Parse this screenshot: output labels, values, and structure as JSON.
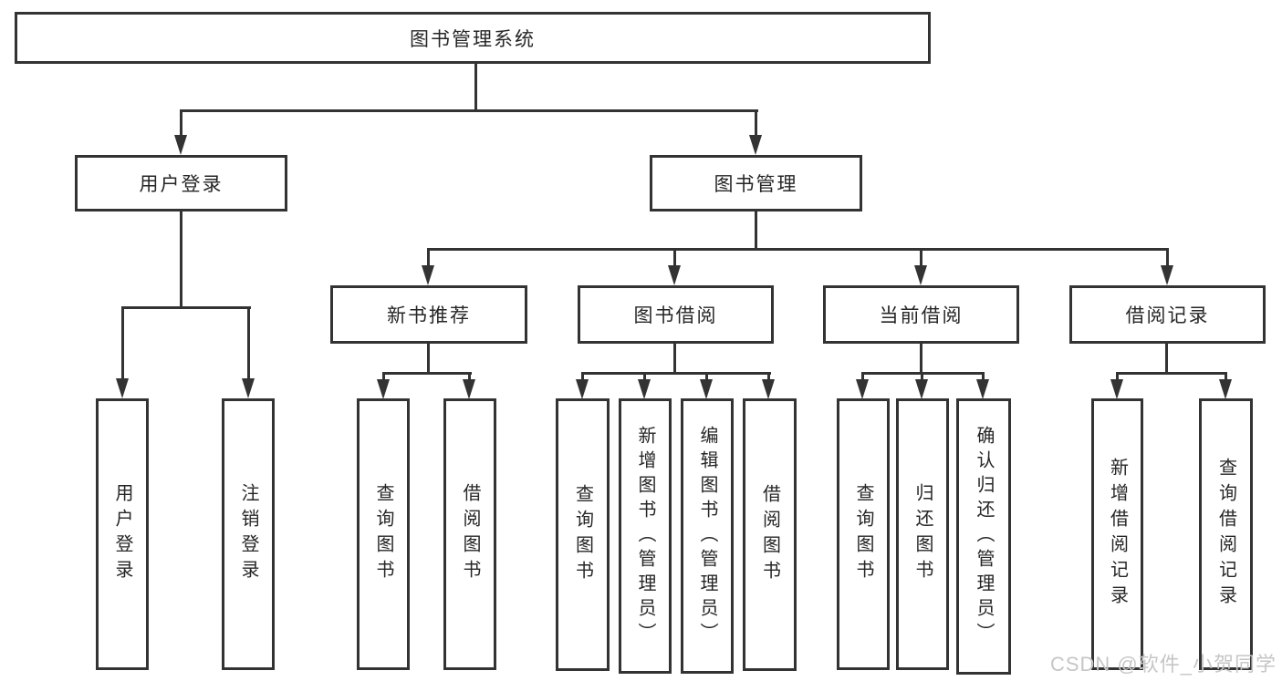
{
  "diagram": {
    "root": {
      "label": "图书管理系统"
    },
    "level2": [
      {
        "label": "用户登录"
      },
      {
        "label": "图书管理"
      }
    ],
    "level3": [
      {
        "label": "新书推荐"
      },
      {
        "label": "图书借阅"
      },
      {
        "label": "当前借阅"
      },
      {
        "label": "借阅记录"
      }
    ],
    "leaves": {
      "user": [
        {
          "label": "用户登录"
        },
        {
          "label": "注销登录"
        }
      ],
      "new_books": [
        {
          "label": "查询图书"
        },
        {
          "label": "借阅图书"
        }
      ],
      "borrow": [
        {
          "label": "查询图书"
        },
        {
          "label": "新增图书（管理员）"
        },
        {
          "label": "编辑图书（管理员）"
        },
        {
          "label": "借阅图书"
        }
      ],
      "current": [
        {
          "label": "查询图书"
        },
        {
          "label": "归还图书"
        },
        {
          "label": "确认归还（管理员）"
        }
      ],
      "records": [
        {
          "label": "新增借阅记录"
        },
        {
          "label": "查询借阅记录"
        }
      ]
    }
  },
  "watermark": {
    "text": "CSDN @软件_小贺同学"
  },
  "colors": {
    "line": "#333333",
    "text": "#262626",
    "box_background": "#ffffff",
    "watermark": "#c6c6c6",
    "page_background": "#ffffff"
  }
}
